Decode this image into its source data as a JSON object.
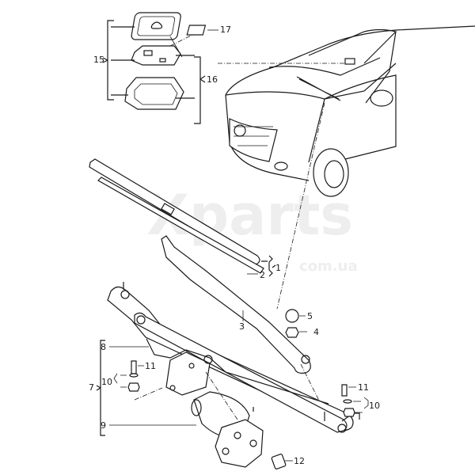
{
  "watermark": {
    "brand": "Xparts",
    "domain": "com.ua"
  },
  "callouts": [
    {
      "id": "1",
      "text": "1"
    },
    {
      "id": "2",
      "text": "2"
    },
    {
      "id": "3",
      "text": "3"
    },
    {
      "id": "4",
      "text": "4"
    },
    {
      "id": "5",
      "text": "5"
    },
    {
      "id": "7",
      "text": "7"
    },
    {
      "id": "8",
      "text": "8"
    },
    {
      "id": "9",
      "text": "9"
    },
    {
      "id": "10a",
      "text": "10"
    },
    {
      "id": "10b",
      "text": "10"
    },
    {
      "id": "11a",
      "text": "11"
    },
    {
      "id": "11b",
      "text": "11"
    },
    {
      "id": "12",
      "text": "12"
    },
    {
      "id": "15",
      "text": "15"
    },
    {
      "id": "16",
      "text": "16"
    },
    {
      "id": "17",
      "text": "17"
    }
  ]
}
